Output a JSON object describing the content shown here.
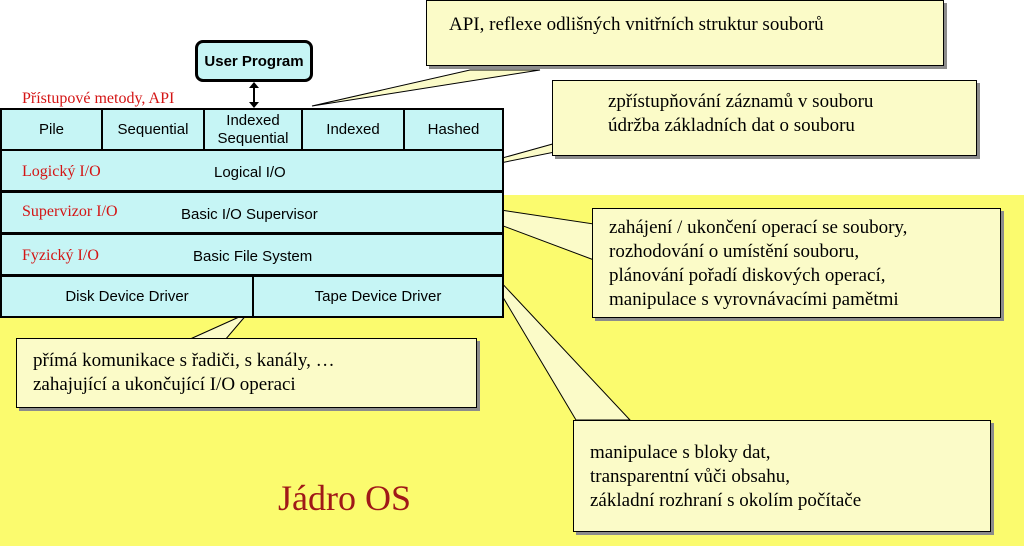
{
  "kernel": {
    "title": "Jádro OS"
  },
  "user_program": "User Program",
  "access_methods_label": "Přístupové metody, API",
  "access_methods": [
    "Pile",
    "Sequential",
    "Indexed\nSequential",
    "Indexed",
    "Hashed"
  ],
  "layers": {
    "logical": {
      "cz": "Logický I/O",
      "en": "Logical I/O"
    },
    "supervisor": {
      "cz": "Supervizor I/O",
      "en": "Basic I/O Supervisor"
    },
    "physical": {
      "cz": "Fyzický I/O",
      "en": "Basic File System"
    }
  },
  "drivers": [
    "Disk Device Driver",
    "Tape Device Driver"
  ],
  "notes": {
    "api": "API, reflexe odlišných vnitřních struktur souborů",
    "logical": "zpřístupňování záznamů v souboru\núdržba základních dat o souboru",
    "supervisor": "zahájení / ukončení operací se soubory,\nrozhodování o umístění souboru,\nplánování pořadí diskových operací,\nmanipulace s vyrovnávacími pamětmi",
    "driver": "přímá komunikace s řadiči, s kanály, …\nzahajující a ukončující I/O operaci",
    "filesystem": "manipulace s bloky dat,\ntransparentní vůči obsahu,\nzákladní rozhraní s okolím počítače"
  },
  "colors": {
    "kernel": "#fbfb6e",
    "cell": "#c6f5f5",
    "note": "#fbfbc8",
    "czech_label": "#d41414",
    "kernel_title": "#a01818"
  }
}
